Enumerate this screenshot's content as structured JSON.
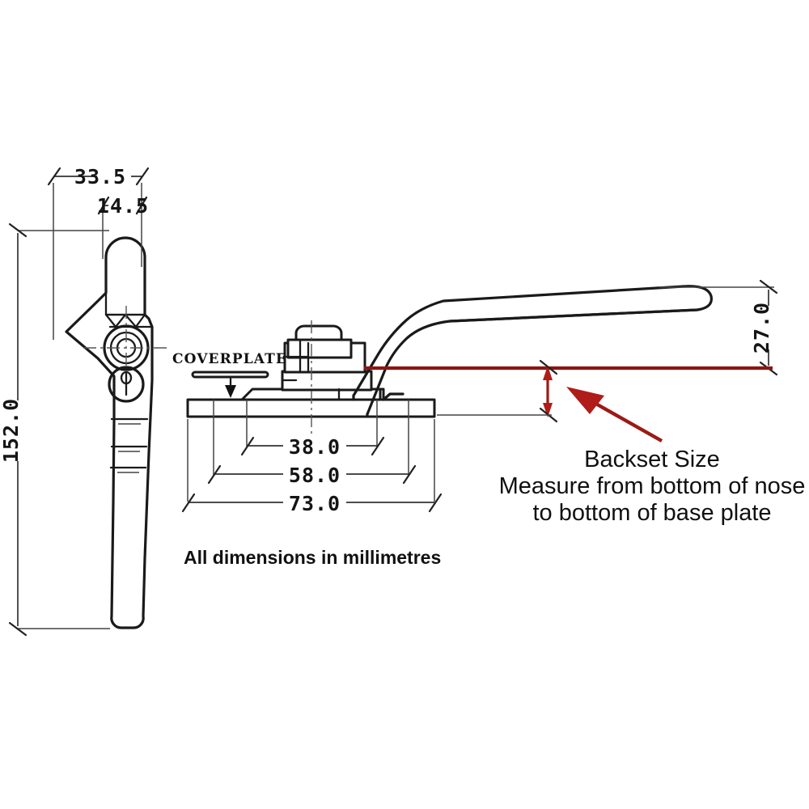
{
  "drawing": {
    "title": "Window fastener / casement handle dimensioned drawing",
    "units_note": "All dimensions in millimetres",
    "coverplate_label": "COVERPLATE",
    "colors": {
      "ink": "#1a1a1a",
      "dimension": "#333333",
      "accent_red": "#8c1616",
      "arrow_red": "#b01c19",
      "background": "#ffffff"
    }
  },
  "dimensions": {
    "front_view": {
      "width_overall": "33.5",
      "width_nose": "14.5",
      "height_overall": "152.0"
    },
    "side_view": {
      "hole_spacing_inner": "38.0",
      "hole_spacing_outer": "58.0",
      "plate_length": "73.0",
      "lever_height": "27.0"
    }
  },
  "callout": {
    "heading": "Backset Size",
    "line1": "Measure from bottom of nose",
    "line2": "to bottom of base plate"
  }
}
